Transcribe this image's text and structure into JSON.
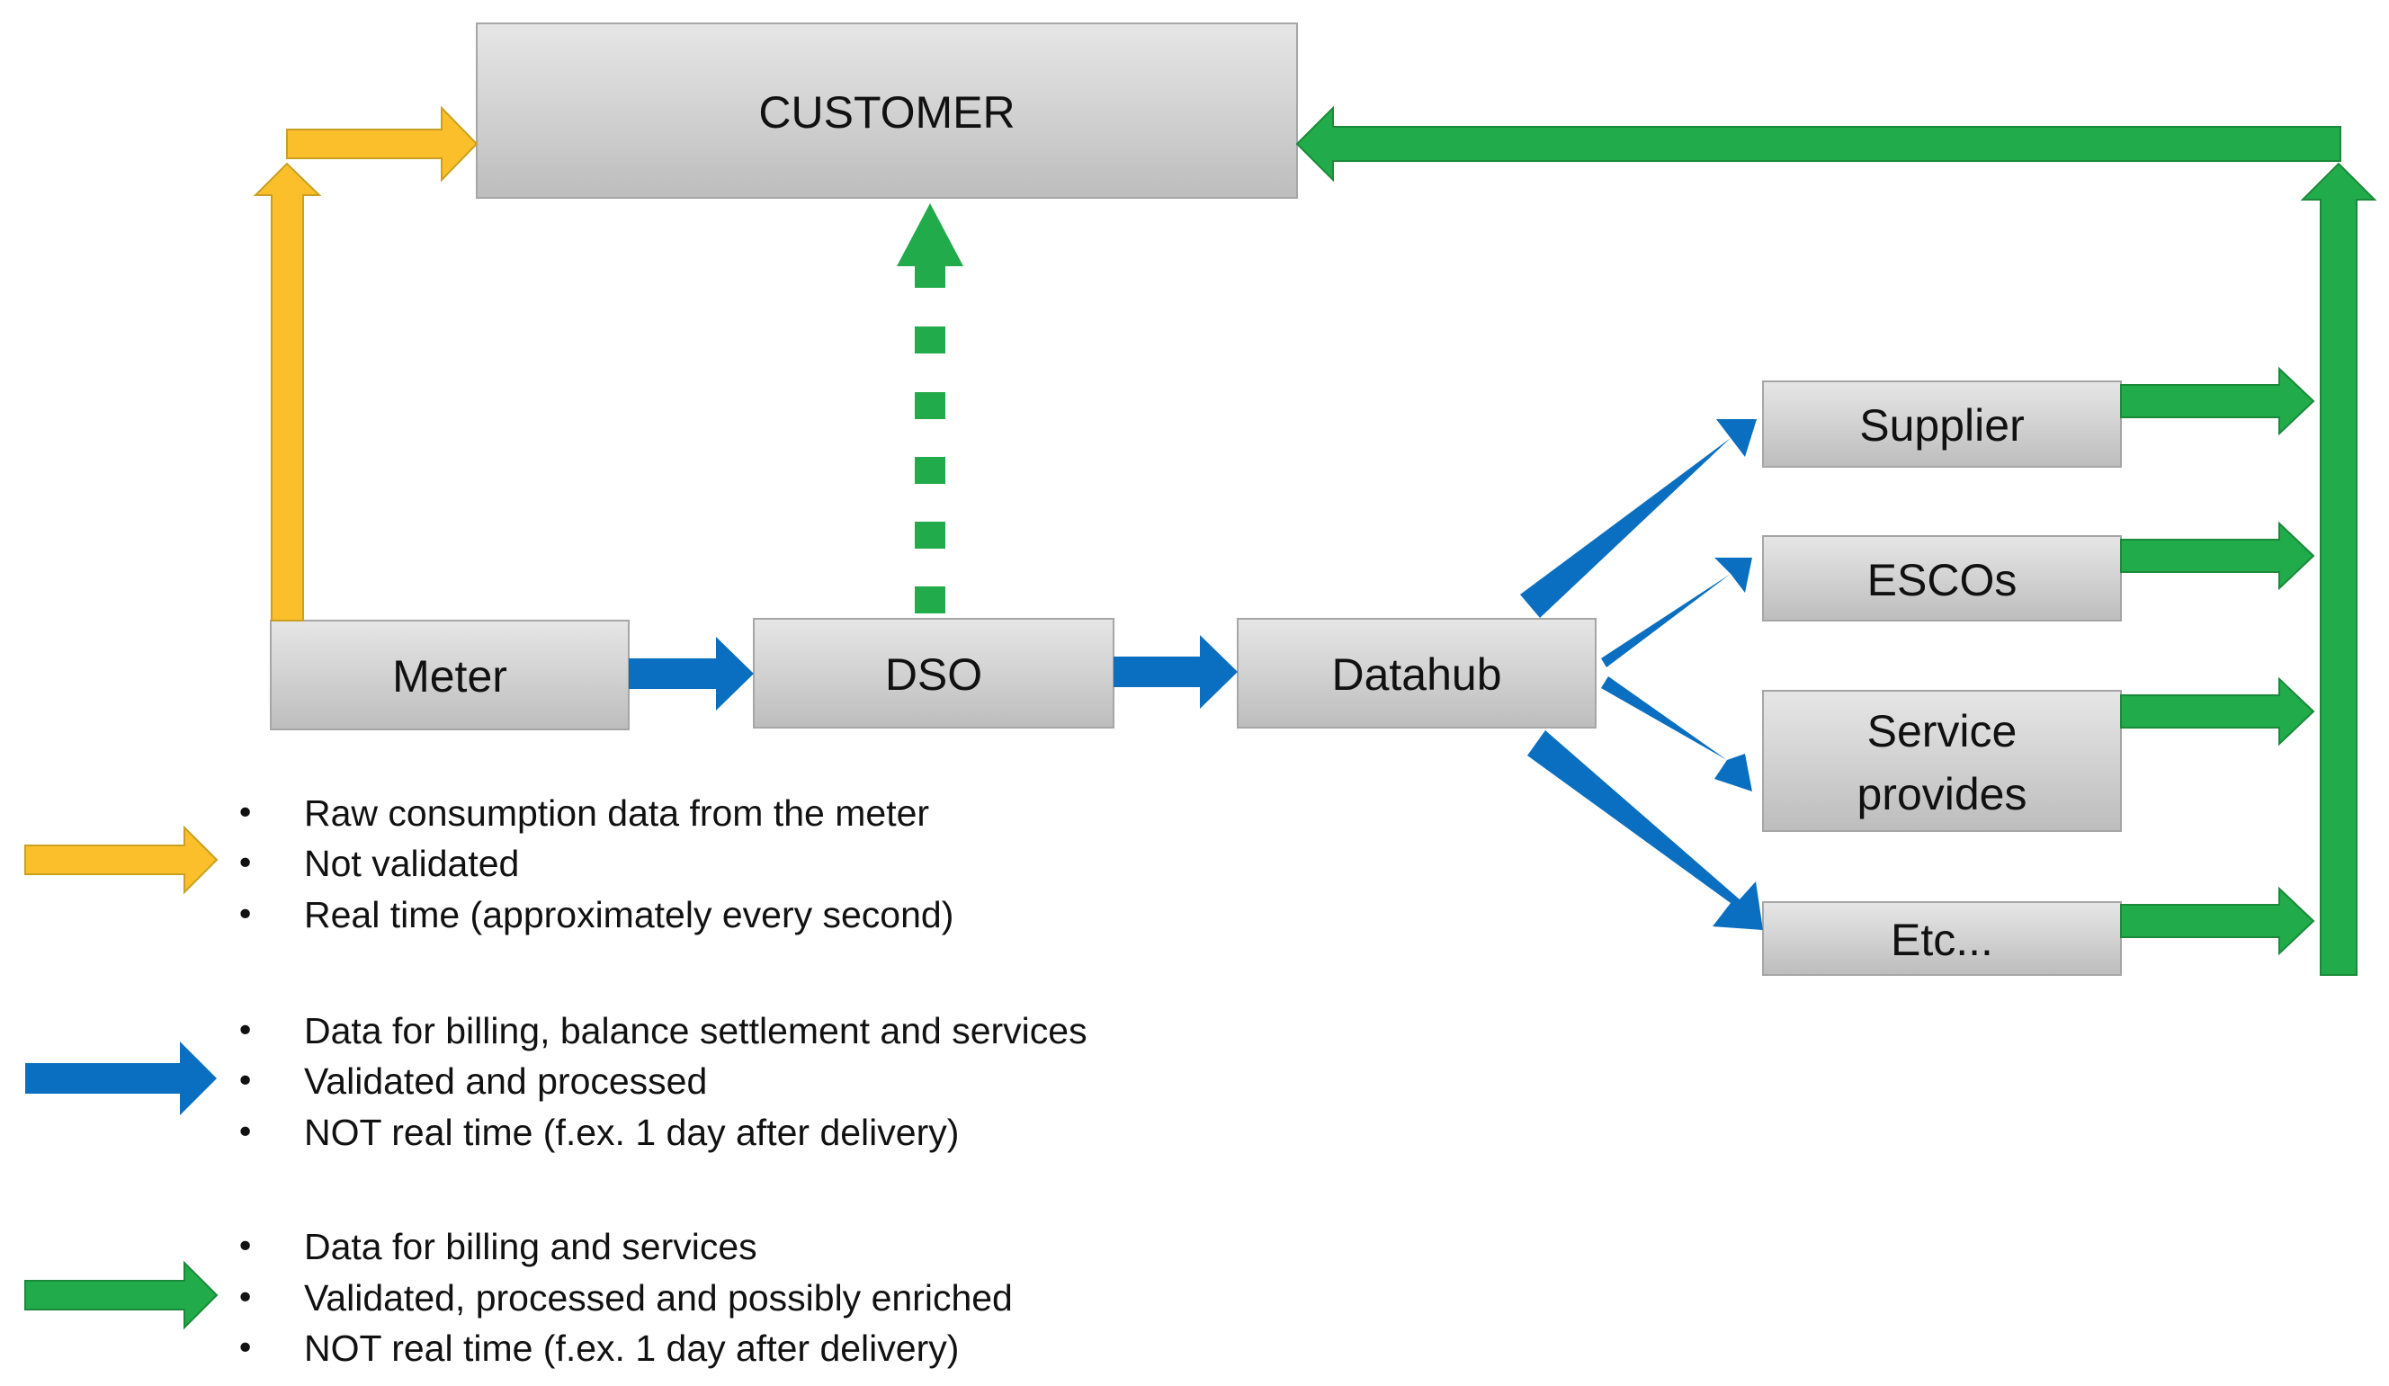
{
  "nodes": {
    "customer": "CUSTOMER",
    "meter": "Meter",
    "dso": "DSO",
    "datahub": "Datahub",
    "supplier": "Supplier",
    "escos": "ESCOs",
    "service_line1": "Service",
    "service_line2": "provides",
    "etc": "Etc..."
  },
  "colors": {
    "raw_data": "#FBBF2B",
    "validated_data": "#0A6FC0",
    "enriched_data": "#22AB4A",
    "box_fill": "#D3D3D3",
    "box_border": "#A6A6A6"
  },
  "legend": [
    {
      "arrow_icon": "yellow-arrow-icon",
      "items": [
        "Raw consumption data from the meter",
        "Not validated",
        "Real time (approximately every second)"
      ]
    },
    {
      "arrow_icon": "blue-arrow-icon",
      "items": [
        "Data for billing, balance settlement and services",
        "Validated and processed",
        "NOT real time (f.ex. 1 day after delivery)"
      ]
    },
    {
      "arrow_icon": "green-arrow-icon",
      "items": [
        "Data for billing and services",
        "Validated, processed and possibly enriched",
        "NOT real time (f.ex. 1 day after delivery)"
      ]
    }
  ],
  "bullet": "•"
}
